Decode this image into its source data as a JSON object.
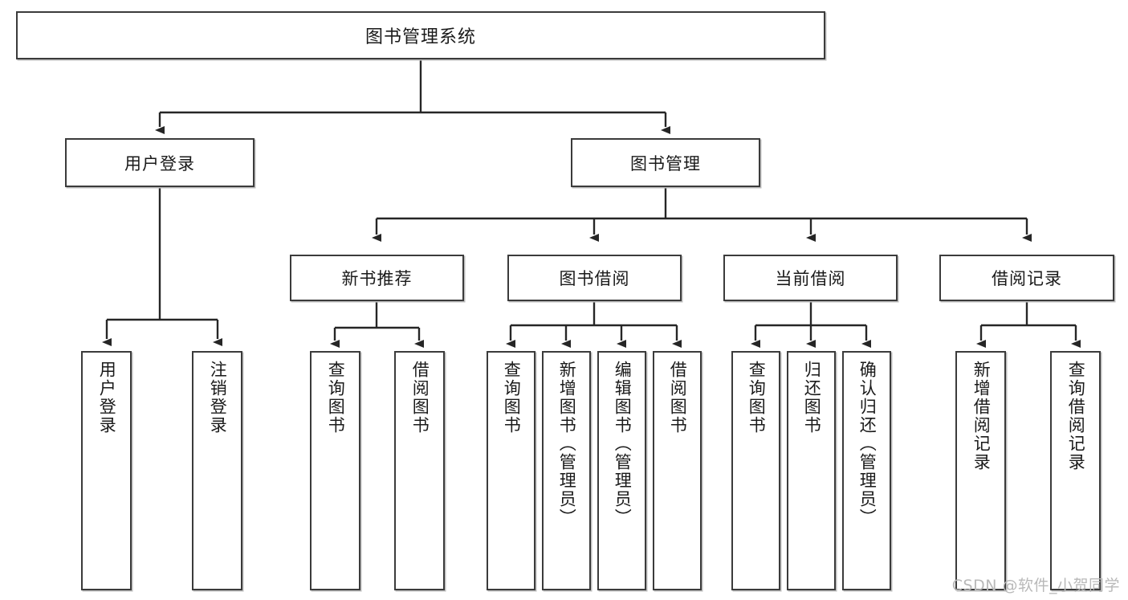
{
  "diagram": {
    "title": "图书管理系统",
    "type": "tree",
    "watermark": "CSDN @软件_小贺同学",
    "colors": {
      "box_border": "#3b3b3b",
      "box_fill": "#ffffff",
      "line": "#262626",
      "text": "#1a1a1a",
      "watermark": "#b9b9b9"
    },
    "root": {
      "label": "图书管理系统"
    },
    "level2": [
      {
        "label": "用户登录"
      },
      {
        "label": "图书管理"
      }
    ],
    "level3": [
      {
        "label": "新书推荐"
      },
      {
        "label": "图书借阅"
      },
      {
        "label": "当前借阅"
      },
      {
        "label": "借阅记录"
      }
    ],
    "leaves": {
      "user_login": [
        {
          "label": "用户登录"
        },
        {
          "label": "注销登录"
        }
      ],
      "new_book": [
        {
          "label": "查询图书"
        },
        {
          "label": "借阅图书"
        }
      ],
      "book_borrow": [
        {
          "label": "查询图书"
        },
        {
          "label": "新增图书（管理员）"
        },
        {
          "label": "编辑图书（管理员）"
        },
        {
          "label": "借阅图书"
        }
      ],
      "current_borrow": [
        {
          "label": "查询图书"
        },
        {
          "label": "归还图书"
        },
        {
          "label": "确认归还（管理员）"
        }
      ],
      "borrow_record": [
        {
          "label": "新增借阅记录"
        },
        {
          "label": "查询借阅记录"
        }
      ]
    }
  }
}
